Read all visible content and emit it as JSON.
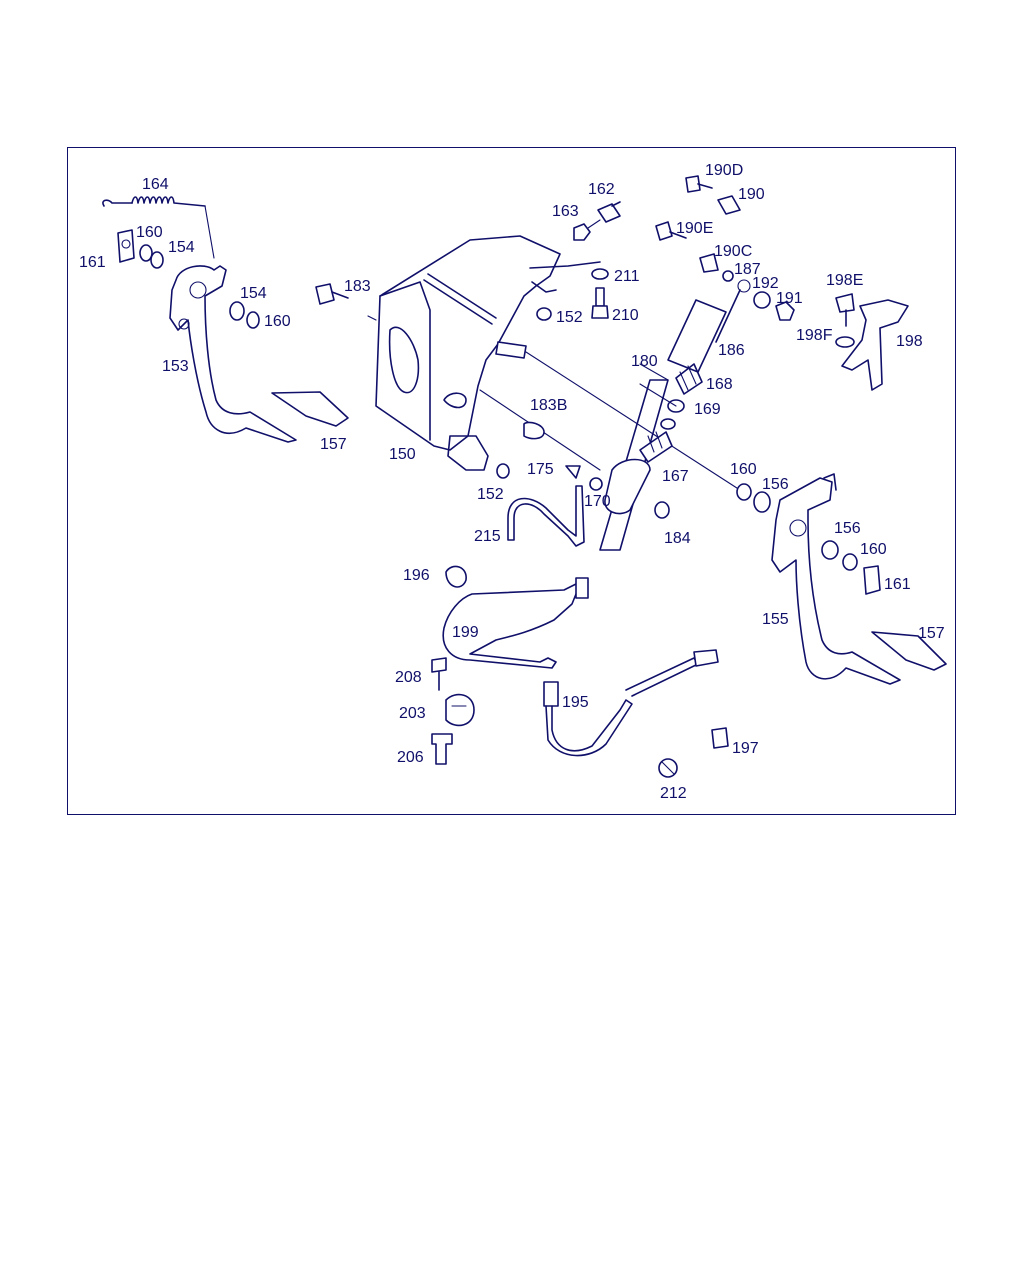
{
  "callouts": {
    "c164": "164",
    "c160a": "160",
    "c154a": "154",
    "c161a": "161",
    "c154b": "154",
    "c160b": "160",
    "c153": "153",
    "c157a": "157",
    "c183": "183",
    "c150": "150",
    "c183b": "183B",
    "c152a": "152",
    "c152b": "152",
    "c175": "175",
    "c170": "170",
    "c215": "215",
    "c162": "162",
    "c163": "163",
    "c211": "211",
    "c210": "210",
    "c180": "180",
    "c168": "168",
    "c169": "169",
    "c167": "167",
    "c184": "184",
    "c190d": "190D",
    "c190": "190",
    "c190e": "190E",
    "c190c": "190C",
    "c187": "187",
    "c192": "192",
    "c191": "191",
    "c186": "186",
    "c198e": "198E",
    "c198f": "198F",
    "c198": "198",
    "c160c": "160",
    "c156a": "156",
    "c156b": "156",
    "c160d": "160",
    "c161b": "161",
    "c155": "155",
    "c157b": "157",
    "c196": "196",
    "c199": "199",
    "c208": "208",
    "c203": "203",
    "c206": "206",
    "c195": "195",
    "c197": "197",
    "c212": "212"
  }
}
